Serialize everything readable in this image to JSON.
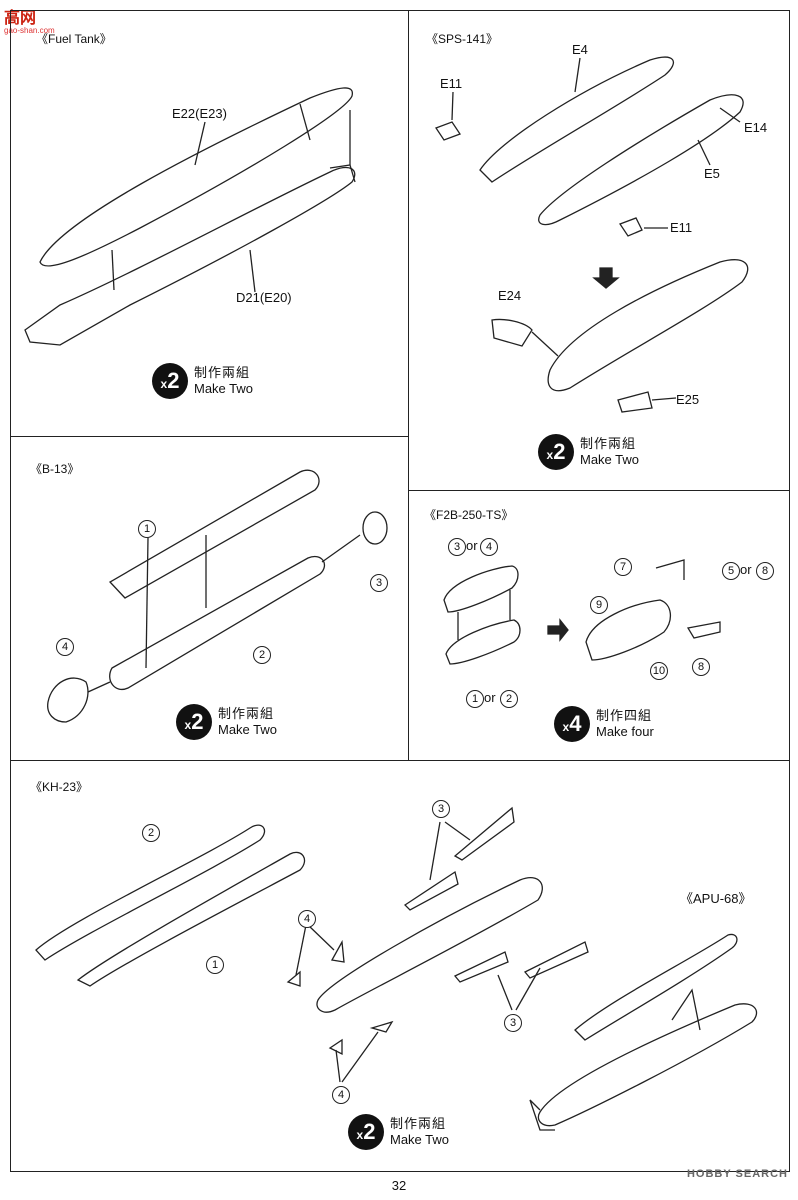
{
  "header": {
    "logo_text": "高网",
    "logo_sub": "gao-shan.com"
  },
  "panels": {
    "fuel_tank": {
      "title": "《Fuel Tank》",
      "labels": {
        "upper": "E22(E23)",
        "lower": "D21(E20)"
      },
      "badge": {
        "x": "x",
        "n": "2",
        "cn": "制作兩組",
        "en": "Make Two"
      }
    },
    "sps141": {
      "title": "《SPS-141》",
      "labels": {
        "e4": "E4",
        "e11a": "E11",
        "e14": "E14",
        "e5": "E5",
        "e11b": "E11",
        "e24": "E24",
        "e25": "E25"
      },
      "badge": {
        "x": "x",
        "n": "2",
        "cn": "制作兩組",
        "en": "Make Two"
      }
    },
    "b13": {
      "title": "《B-13》",
      "callouts": [
        "1",
        "2",
        "3",
        "4"
      ],
      "badge": {
        "x": "x",
        "n": "2",
        "cn": "制作兩組",
        "en": "Make Two"
      }
    },
    "f2b": {
      "title": "《F2B-250-TS》",
      "callouts": {
        "c3": "3",
        "or1": "or",
        "c4": "4",
        "c1": "1",
        "or2": "or",
        "c2": "2",
        "c7": "7",
        "c5": "5",
        "or3": "or",
        "c8a": "8",
        "c9": "9",
        "c10": "10",
        "c8b": "8"
      },
      "badge": {
        "x": "x",
        "n": "4",
        "cn": "制作四組",
        "en": "Make four"
      }
    },
    "kh23": {
      "title": "《KH-23》",
      "sub_title": "《APU-68》",
      "callouts": {
        "c2": "2",
        "c1": "1",
        "c3a": "3",
        "c3b": "3",
        "c4a": "4",
        "c4b": "4"
      },
      "badge": {
        "x": "x",
        "n": "2",
        "cn": "制作兩組",
        "en": "Make Two"
      }
    }
  },
  "footer": {
    "page_number": "32",
    "watermark": "HOBBY SEARCH"
  }
}
